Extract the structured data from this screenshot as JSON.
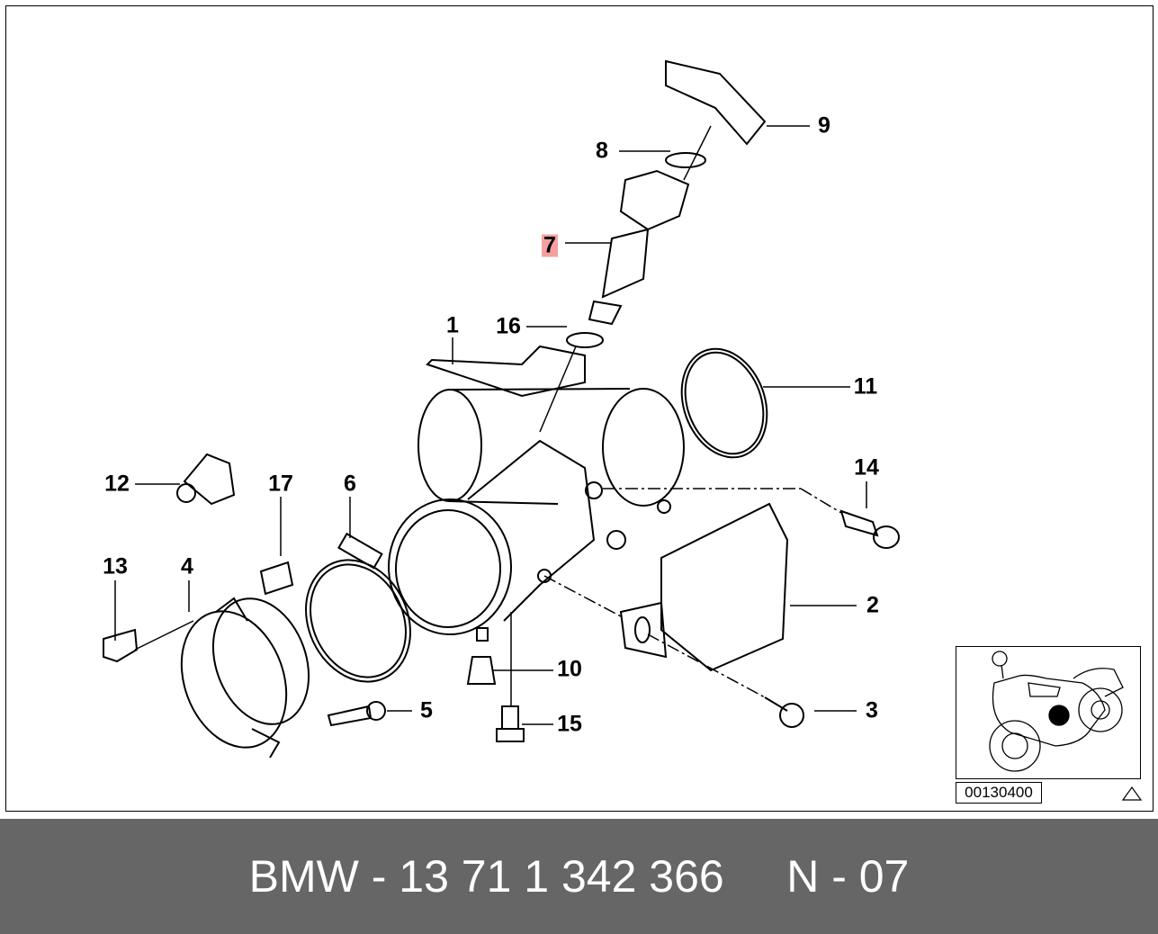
{
  "diagram": {
    "callouts": [
      "1",
      "2",
      "3",
      "4",
      "5",
      "6",
      "7",
      "8",
      "9",
      "10",
      "11",
      "12",
      "13",
      "14",
      "15",
      "16",
      "17"
    ],
    "highlighted_callout": "7",
    "highlight_color": "#f4a0a0"
  },
  "inset": {
    "code": "00130400",
    "icon": "warning-triangle-icon"
  },
  "footer": {
    "part_number": "BMW - 13 71 1 342 366",
    "suffix": "N - 07",
    "background": "#666666"
  }
}
